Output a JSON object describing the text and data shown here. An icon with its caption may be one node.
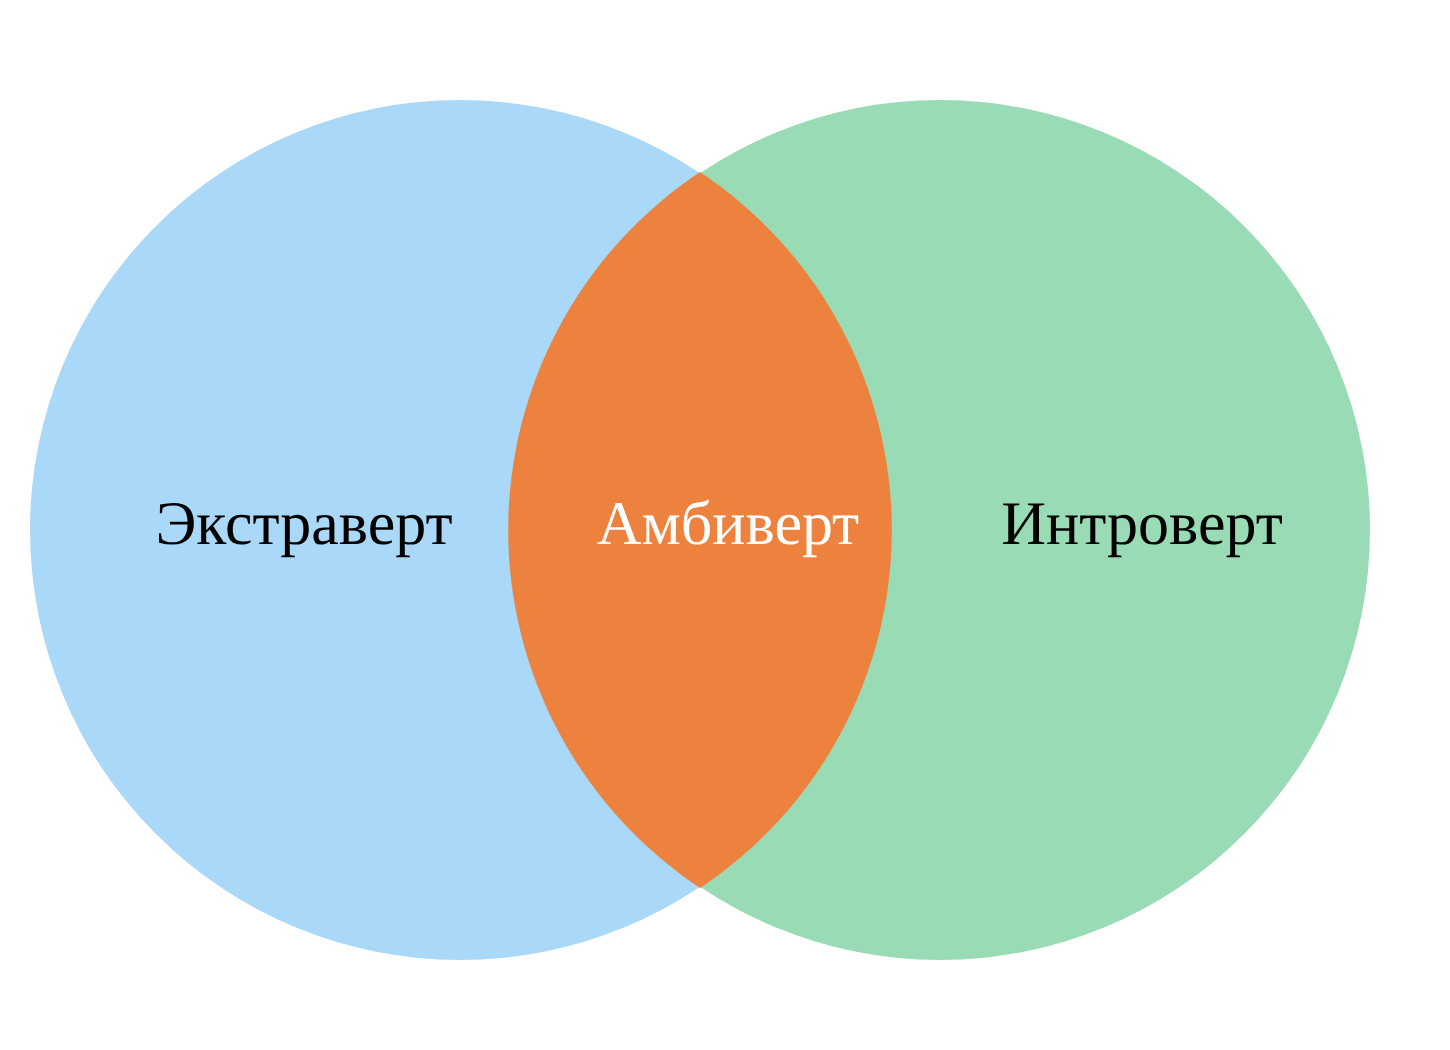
{
  "diagram": {
    "nodes": [
      {
        "text": [
          "Экстраверт"
        ]
      },
      {
        "text": [
          "Амбиверт"
        ]
      },
      {
        "text": [
          "Интроверт"
        ]
      }
    ]
  }
}
